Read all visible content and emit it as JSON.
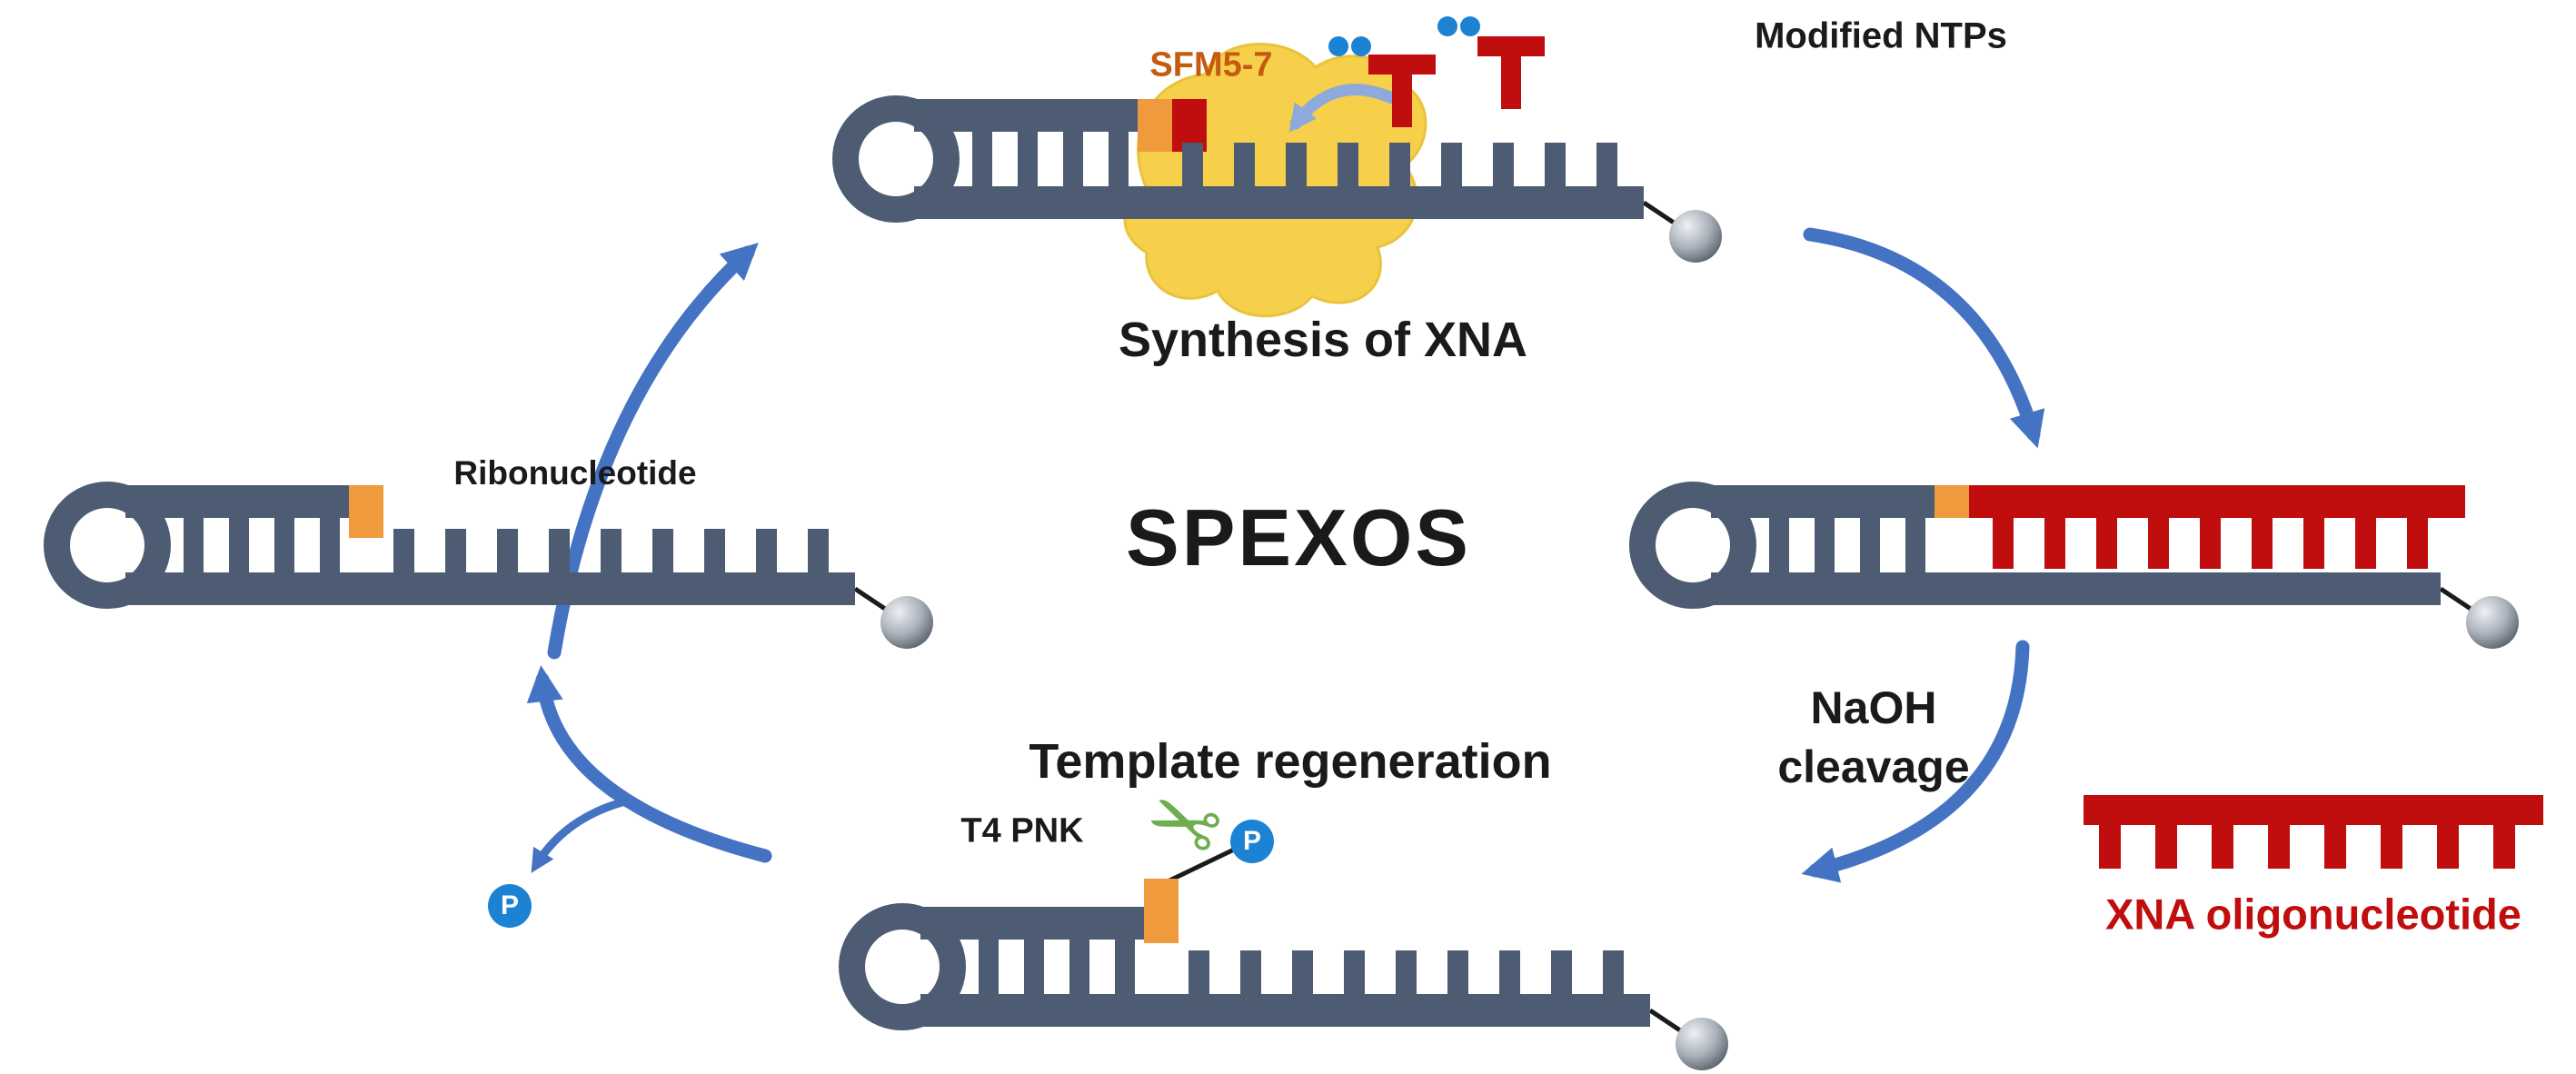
{
  "title": "SPEXOS",
  "cycle": {
    "synthesis": {
      "label": "Synthesis of XNA",
      "enzyme_label": "SFM5-7",
      "ntp_label": "Modified NTPs"
    },
    "cleavage": {
      "reagent_line1": "NaOH",
      "reagent_line2": "cleavage",
      "product_label": "XNA oligonucleotide"
    },
    "regeneration": {
      "label": "Template regeneration",
      "enzyme_label": "T4 PNK"
    },
    "template": {
      "ribonucleotide_label": "Ribonucleotide"
    }
  },
  "badges": {
    "phosphate": "P"
  },
  "icons": {
    "scissors": "✂"
  },
  "colors": {
    "strand": "#4d5c72",
    "xna_red": "#c00d0d",
    "ribo_orange": "#ef9a3d",
    "enzyme_yellow": "#f6d04b",
    "arrow_blue": "#4573c4",
    "light_blue": "#8ea9db",
    "phosphate_blue": "#1c82d4",
    "scissors_green": "#6fae4e",
    "label_dark": "#1a1a1a",
    "enzyme_label": "#c55a11"
  }
}
